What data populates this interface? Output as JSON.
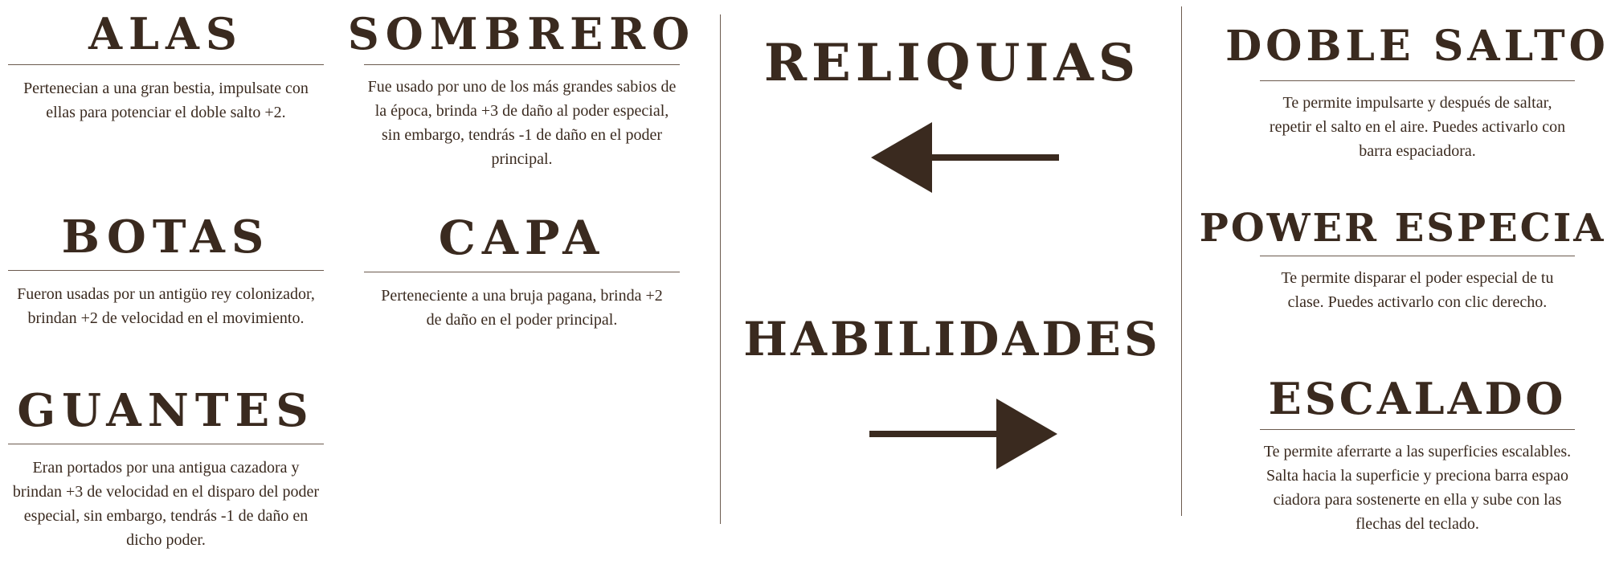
{
  "colors": {
    "ink": "#3a2a1f",
    "rule": "#6b5a4e",
    "background": "#ffffff"
  },
  "reliquias": {
    "heading": "RELIQUIAS",
    "items": [
      {
        "title": "ALAS",
        "desc": "Pertenecian a una gran bestia, impulsate con ellas para potenciar el doble salto +2."
      },
      {
        "title": "SOMBRERO",
        "desc": "Fue usado por uno de los más grandes sabios de la época, brinda +3 de daño al poder especial, sin embargo, tendrás -1 de daño en el poder principal."
      },
      {
        "title": "BOTAS",
        "desc": "Fueron usadas por un antigüo rey colonizador, brindan +2 de velocidad en el movimiento."
      },
      {
        "title": "CAPA",
        "desc": "Perteneciente a una bruja pagana, brinda +2 de daño en el poder principal."
      },
      {
        "title": "GUANTES",
        "desc": "Eran portados por una antigua cazadora y brindan +3 de velocidad en el disparo del poder especial, sin embargo, tendrás -1 de daño en dicho poder."
      }
    ],
    "arrow_icon": "arrow-left-icon"
  },
  "habilidades": {
    "heading": "HABILIDADES",
    "items": [
      {
        "title": "DOBLE SALTO",
        "desc": "Te permite impulsarte y después de saltar, repetir el salto en el aire. Puedes activarlo con barra espaciadora."
      },
      {
        "title": "POWER ESPECIAL",
        "desc": "Te permite disparar el poder especial de tu clase. Puedes activarlo con clic derecho."
      },
      {
        "title": "ESCALADO",
        "desc": "Te permite aferrarte a las superficies escalables. Salta hacia la superficie y preciona barra espao ciadora para sostenerte en ella y sube con las flechas del teclado."
      }
    ],
    "arrow_icon": "arrow-right-icon"
  }
}
